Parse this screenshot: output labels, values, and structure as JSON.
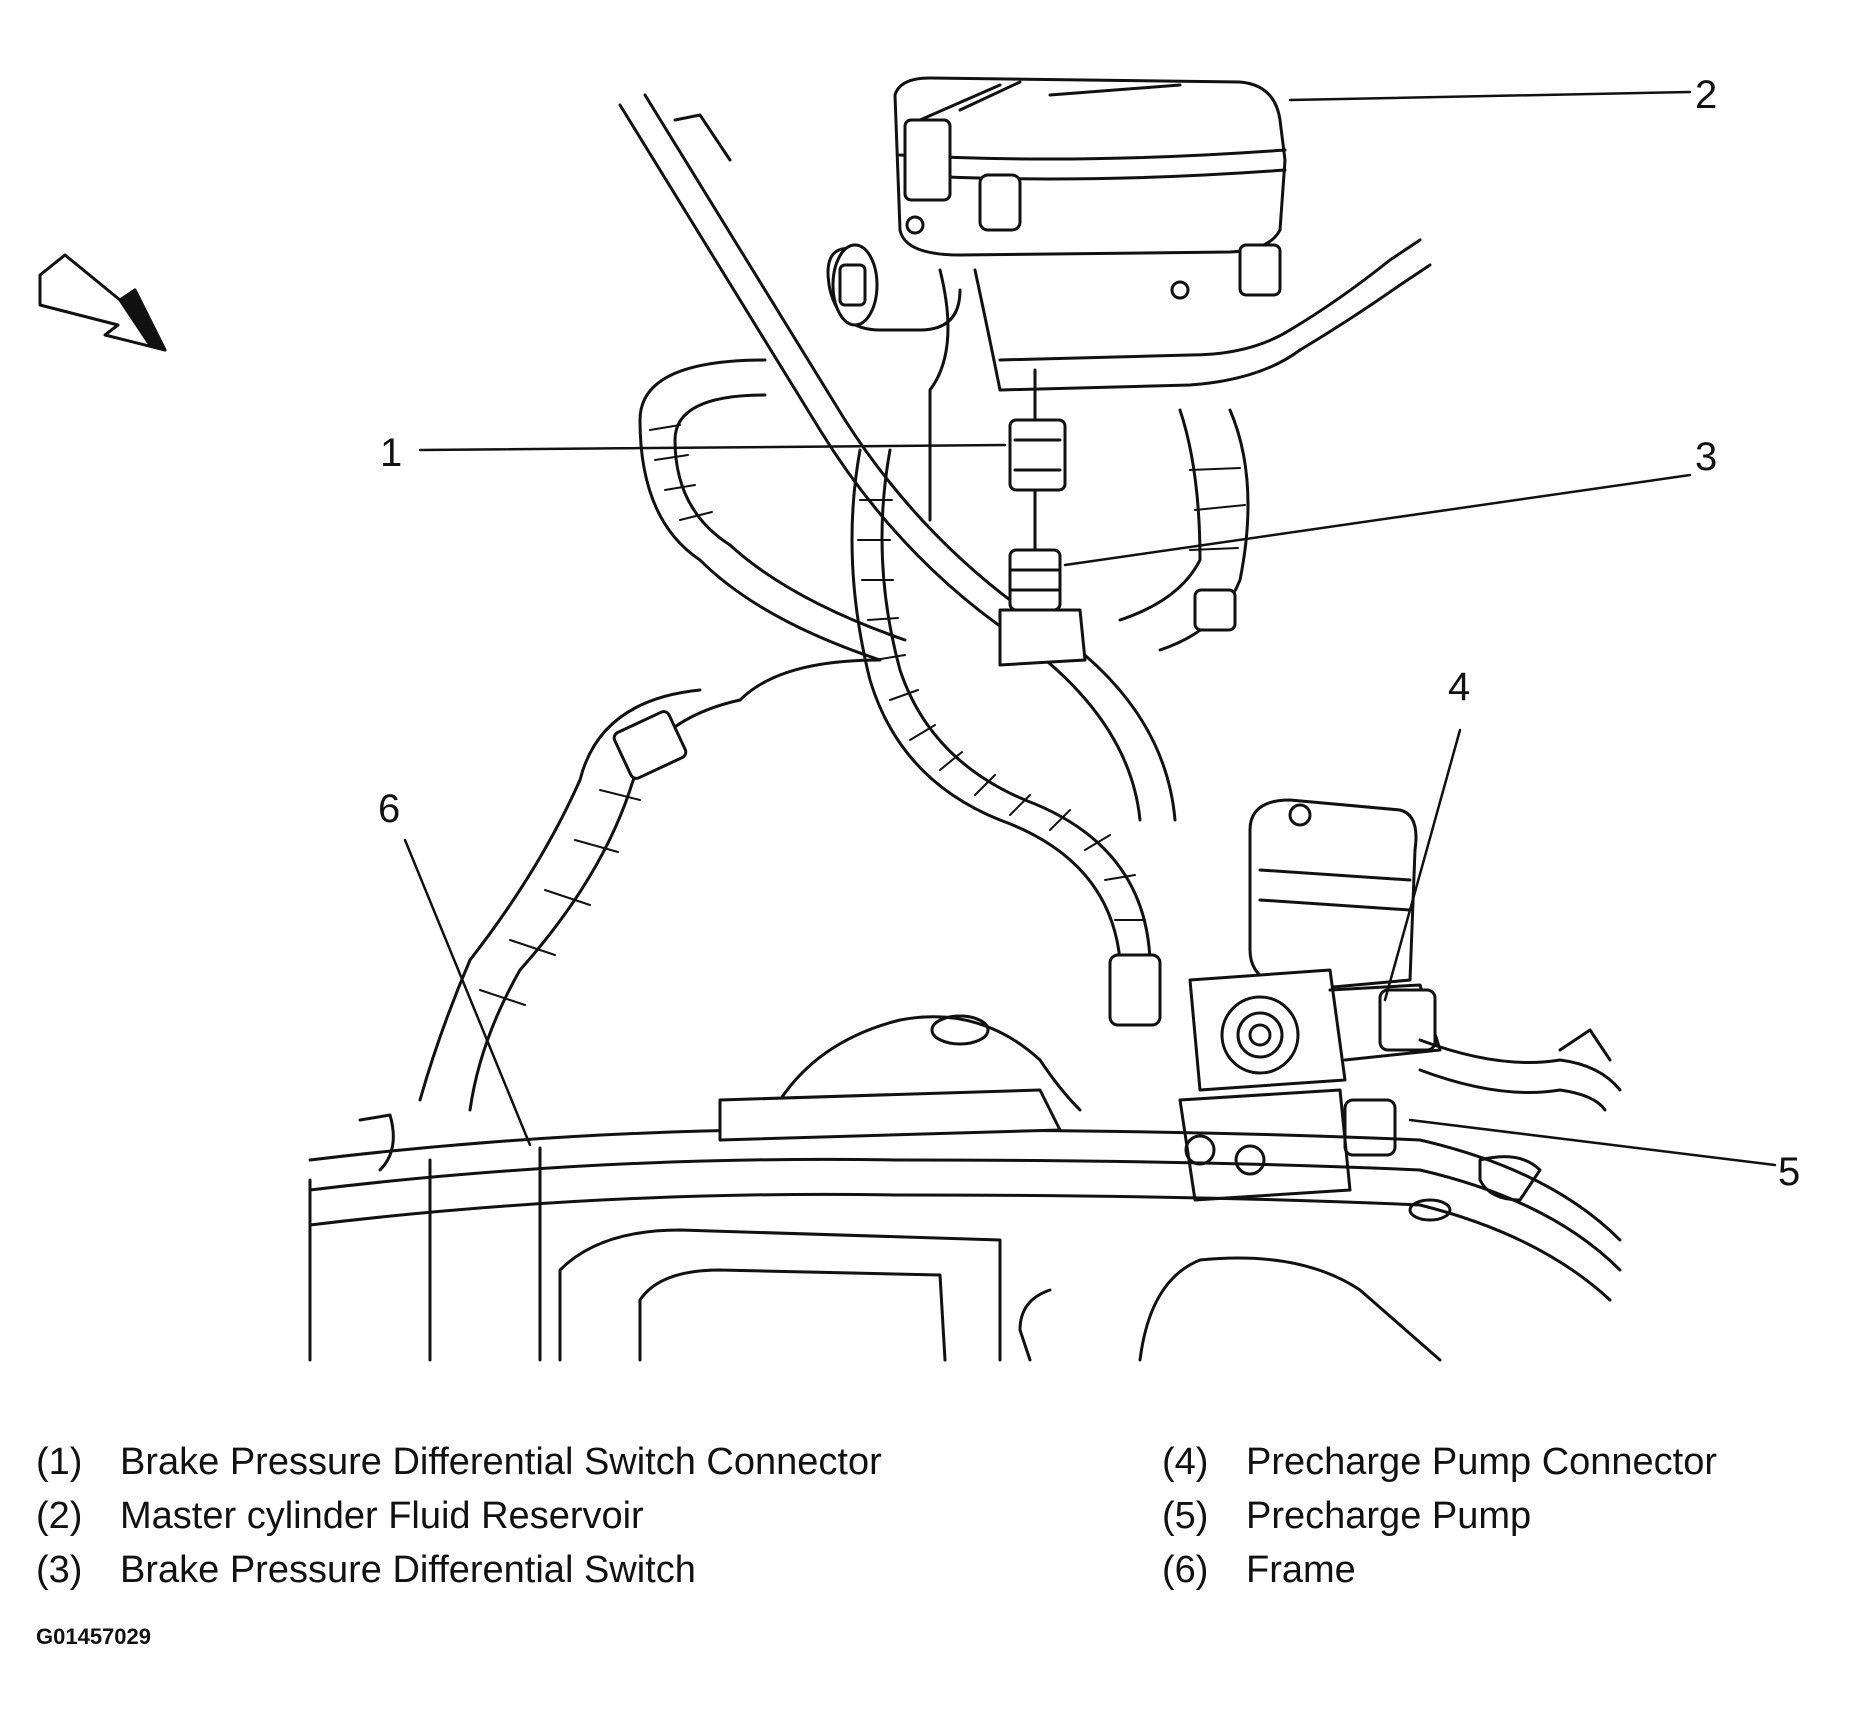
{
  "callouts": [
    {
      "num": "1"
    },
    {
      "num": "2"
    },
    {
      "num": "3"
    },
    {
      "num": "4"
    },
    {
      "num": "5"
    },
    {
      "num": "6"
    }
  ],
  "legend": [
    {
      "num": "(1)",
      "label": "Brake Pressure Differential Switch Connector"
    },
    {
      "num": "(2)",
      "label": "Master cylinder Fluid Reservoir"
    },
    {
      "num": "(3)",
      "label": "Brake Pressure Differential Switch"
    },
    {
      "num": "(4)",
      "label": "Precharge Pump Connector"
    },
    {
      "num": "(5)",
      "label": "Precharge Pump"
    },
    {
      "num": "(6)",
      "label": "Frame"
    }
  ],
  "figure_id": "G01457029",
  "icons": {
    "direction": "direction-arrow-icon"
  }
}
